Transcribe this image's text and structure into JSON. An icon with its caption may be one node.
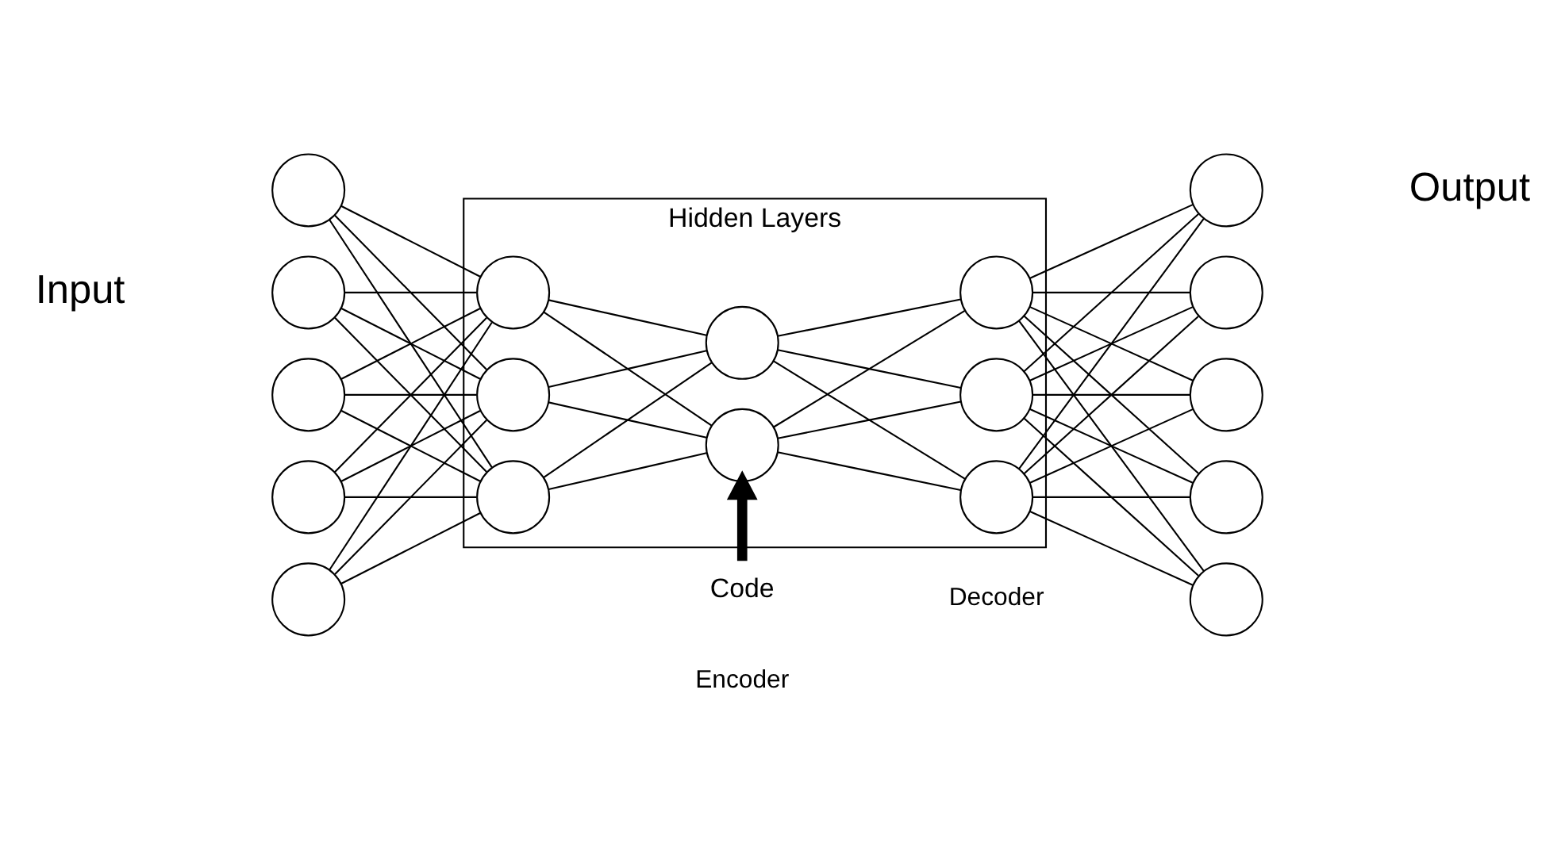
{
  "diagram": {
    "nodes": [
      {
        "text": [],
        "shape": "circle"
      },
      {
        "text": [],
        "shape": "circle"
      },
      {
        "text": [],
        "shape": "circle"
      },
      {
        "text": [],
        "shape": "circle"
      },
      {
        "text": [],
        "shape": "circle"
      },
      {
        "text": [
          "Hidden Layers"
        ]
      },
      {
        "text": [],
        "shape": "circle",
        "in": 5
      },
      {
        "text": [],
        "shape": "circle",
        "in": 5
      },
      {
        "text": [],
        "shape": "circle",
        "in": 5
      },
      {
        "text": [],
        "shape": "circle",
        "in": 5
      },
      {
        "text": [],
        "shape": "circle",
        "in": 5
      },
      {
        "text": [],
        "shape": "circle",
        "in": 5
      },
      {
        "text": [],
        "shape": "circle",
        "in": 5
      },
      {
        "text": [],
        "shape": "circle",
        "in": 5
      },
      {
        "text": [],
        "shape": "circle"
      },
      {
        "text": [],
        "shape": "circle"
      },
      {
        "text": [],
        "shape": "circle"
      },
      {
        "text": [],
        "shape": "circle"
      },
      {
        "text": [],
        "shape": "circle"
      },
      {
        "text": [
          "Code"
        ]
      }
    ],
    "edges": [
      {
        "from": 0,
        "to": 6,
        "arrow": "none"
      },
      {
        "from": 0,
        "to": 7,
        "arrow": "none"
      },
      {
        "from": 0,
        "to": 8,
        "arrow": "none"
      },
      {
        "from": 1,
        "to": 6,
        "arrow": "none"
      },
      {
        "from": 1,
        "to": 7,
        "arrow": "none"
      },
      {
        "from": 1,
        "to": 8,
        "arrow": "none"
      },
      {
        "from": 2,
        "to": 6,
        "arrow": "none"
      },
      {
        "from": 2,
        "to": 7,
        "arrow": "none"
      },
      {
        "from": 2,
        "to": 8,
        "arrow": "none"
      },
      {
        "from": 3,
        "to": 6,
        "arrow": "none"
      },
      {
        "from": 3,
        "to": 7,
        "arrow": "none"
      },
      {
        "from": 3,
        "to": 8,
        "arrow": "none"
      },
      {
        "from": 4,
        "to": 6,
        "arrow": "none"
      },
      {
        "from": 4,
        "to": 7,
        "arrow": "none"
      },
      {
        "from": 4,
        "to": 8,
        "arrow": "none"
      },
      {
        "from": 6,
        "to": 9,
        "arrow": "none"
      },
      {
        "from": 6,
        "to": 10,
        "arrow": "none"
      },
      {
        "from": 7,
        "to": 9,
        "arrow": "none"
      },
      {
        "from": 7,
        "to": 10,
        "arrow": "none"
      },
      {
        "from": 8,
        "to": 9,
        "arrow": "none"
      },
      {
        "from": 8,
        "to": 10,
        "arrow": "none"
      },
      {
        "from": 9,
        "to": 11,
        "arrow": "none"
      },
      {
        "from": 9,
        "to": 12,
        "arrow": "none"
      },
      {
        "from": 9,
        "to": 13,
        "arrow": "none"
      },
      {
        "from": 10,
        "to": 11,
        "arrow": "none"
      },
      {
        "from": 10,
        "to": 12,
        "arrow": "none"
      },
      {
        "from": 10,
        "to": 13,
        "arrow": "none"
      },
      {
        "from": 11,
        "to": 14,
        "arrow": "none"
      },
      {
        "from": 11,
        "to": 15,
        "arrow": "none"
      },
      {
        "from": 11,
        "to": 16,
        "arrow": "none"
      },
      {
        "from": 11,
        "to": 17,
        "arrow": "none"
      },
      {
        "from": 11,
        "to": 18,
        "arrow": "none"
      },
      {
        "from": 12,
        "to": 14,
        "arrow": "none"
      },
      {
        "from": 12,
        "to": 15,
        "arrow": "none"
      },
      {
        "from": 12,
        "to": 16,
        "arrow": "none"
      },
      {
        "from": 12,
        "to": 17,
        "arrow": "none"
      },
      {
        "from": 12,
        "to": 18,
        "arrow": "none"
      },
      {
        "from": 13,
        "to": 14,
        "arrow": "none"
      },
      {
        "from": 13,
        "to": 15,
        "arrow": "none"
      },
      {
        "from": 13,
        "to": 16,
        "arrow": "none"
      },
      {
        "from": 13,
        "to": 17,
        "arrow": "none"
      },
      {
        "from": 13,
        "to": 18,
        "arrow": "none"
      },
      {
        "from": 19,
        "to": 10,
        "arrow": "to",
        "style": "thick"
      }
    ],
    "labels": [
      "Input",
      "Output",
      "Encoder",
      "Decoder"
    ]
  }
}
